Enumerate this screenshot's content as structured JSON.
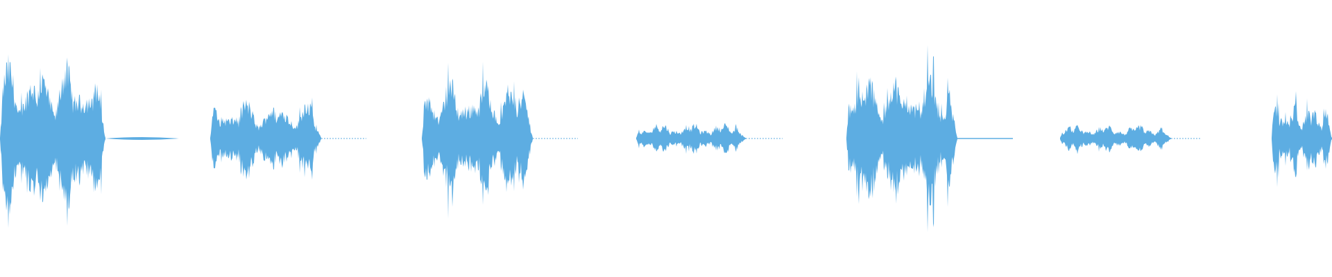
{
  "waveform": {
    "color": "#5dade2",
    "background": "#ffffff",
    "clips": [
      {
        "kind": "loud",
        "peak": 0.92,
        "tail": "trail"
      },
      {
        "kind": "medium",
        "peak": 0.45,
        "tail": "dots"
      },
      {
        "kind": "loud",
        "peak": 0.7,
        "tail": "dots"
      },
      {
        "kind": "quiet",
        "peak": 0.18,
        "tail": "dots"
      },
      {
        "kind": "loud",
        "peak": 0.78,
        "tail": "line"
      },
      {
        "kind": "quiet",
        "peak": 0.16,
        "tail": "dots"
      },
      {
        "kind": "medium",
        "peak": 0.4,
        "tail": "none"
      }
    ]
  }
}
